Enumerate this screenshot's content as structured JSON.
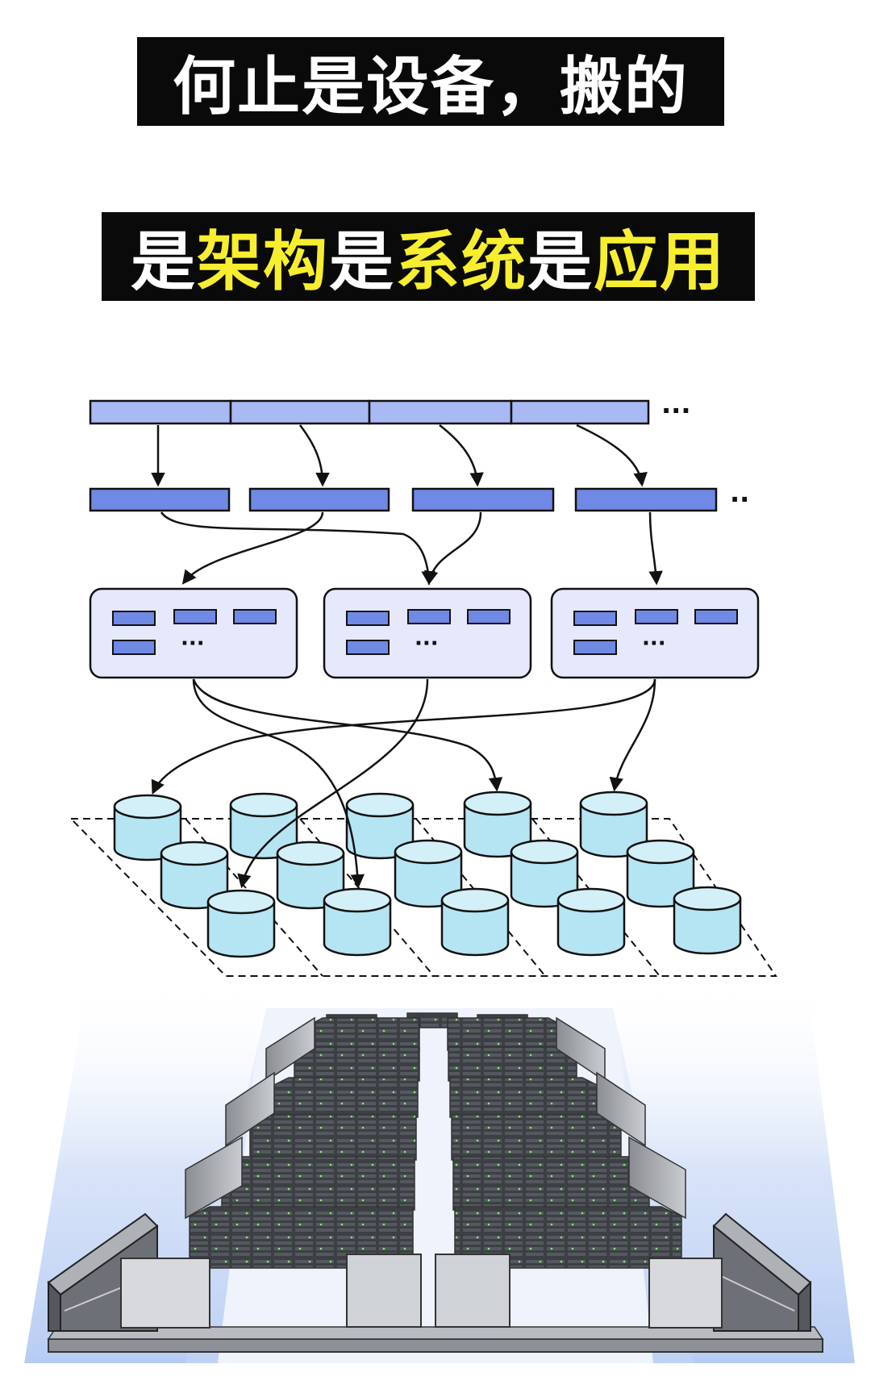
{
  "title_line1": "何止是设备，搬的",
  "title_line2": {
    "p1": "是",
    "p2": "架构",
    "p3": "是",
    "p4": "系统",
    "p5": "是",
    "p6": "应用"
  },
  "ellipsis_top": "···",
  "ellipsis_mid": "··",
  "group_ellipsis": "···",
  "colors": {
    "bar_light": "#a9b9f3",
    "bar_mid": "#7089e4",
    "panel": "#e6e8fb",
    "cylinder": "#b5e4f2",
    "highlight": "#f7ee2f",
    "title_bg": "#0a0a0a"
  },
  "icons": [
    "architecture-diagram",
    "database-cylinder-icon",
    "server-rack-icon",
    "data-center-illustration"
  ]
}
